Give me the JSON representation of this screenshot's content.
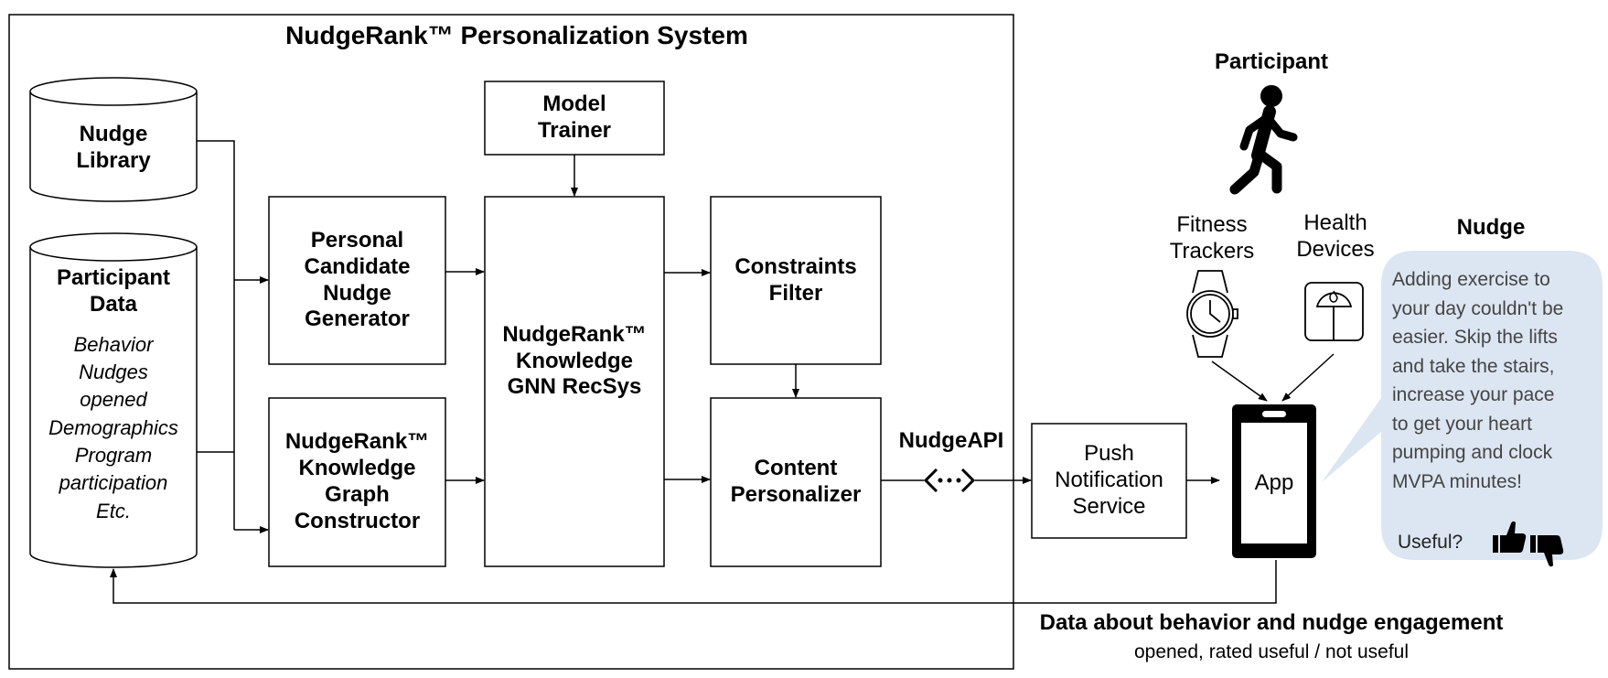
{
  "system": {
    "title": "NudgeRank™ Personalization System"
  },
  "stores": {
    "nudge_library": [
      "Nudge",
      "Library"
    ],
    "participant_data": {
      "title": [
        "Participant",
        "Data"
      ],
      "items": [
        "Behavior",
        "Nudges",
        "opened",
        "Demographics",
        "Program",
        "participation",
        "Etc."
      ]
    }
  },
  "components": {
    "candidate_generator": [
      "Personal",
      "Candidate",
      "Nudge",
      "Generator"
    ],
    "kg_constructor": [
      "NudgeRank™",
      "Knowledge",
      "Graph",
      "Constructor"
    ],
    "model_trainer": [
      "Model",
      "Trainer"
    ],
    "gnn_recsys": [
      "NudgeRank™",
      "Knowledge",
      "GNN RecSys"
    ],
    "constraints_filter": [
      "Constraints",
      "Filter"
    ],
    "content_personalizer": [
      "Content",
      "Personalizer"
    ],
    "push_service": [
      "Push",
      "Notification",
      "Service"
    ]
  },
  "api_label": "NudgeAPI",
  "participant": {
    "title": "Participant",
    "fitness_trackers": [
      "Fitness",
      "Trackers"
    ],
    "health_devices": [
      "Health",
      "Devices"
    ],
    "app_label": "App"
  },
  "nudge": {
    "title": "Nudge",
    "message": [
      "Adding exercise to",
      "your day couldn't be",
      "easier. Skip the lifts",
      "and take the stairs,",
      "increase your pace",
      "to get your heart",
      "pumping and clock",
      "MVPA minutes!"
    ],
    "useful_label": "Useful?",
    "bubble_color": "#dce6f2"
  },
  "feedback": {
    "title": "Data about behavior and nudge engagement",
    "subtitle": "opened, rated useful / not useful"
  }
}
